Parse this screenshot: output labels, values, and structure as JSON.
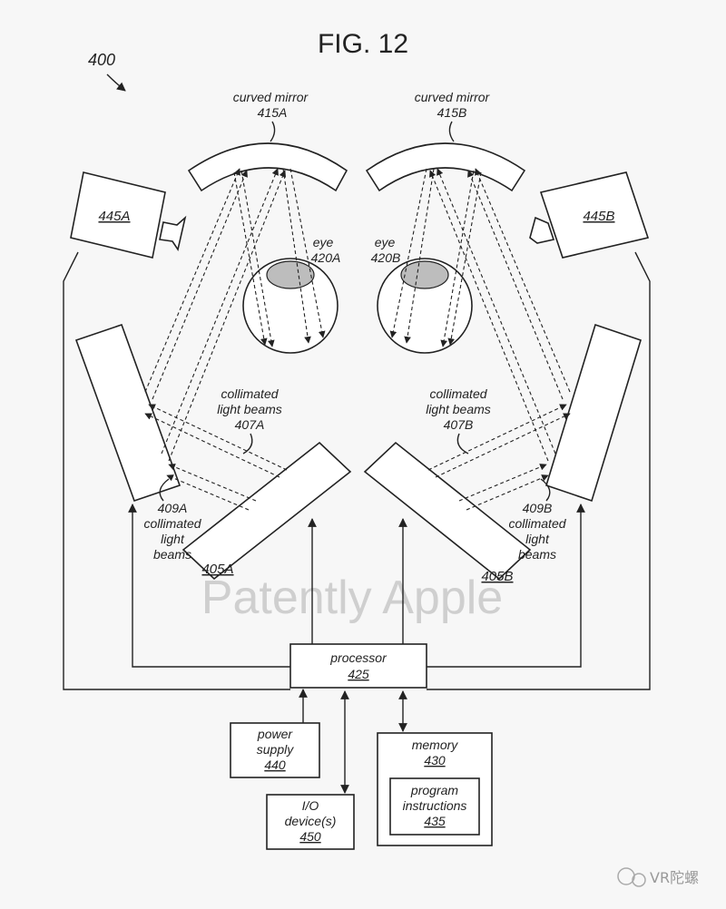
{
  "figure": {
    "title": "FIG. 12",
    "number": "400"
  },
  "mirrors": {
    "left": {
      "name": "curved mirror",
      "ref": "415A"
    },
    "right": {
      "name": "curved mirror",
      "ref": "415B"
    }
  },
  "eyes": {
    "left": {
      "name": "eye",
      "ref": "420A"
    },
    "right": {
      "name": "eye",
      "ref": "420B"
    }
  },
  "cameras": {
    "left": {
      "ref": "445A"
    },
    "right": {
      "ref": "445B"
    }
  },
  "beams": {
    "left_407": {
      "line1": "collimated",
      "line2": "light beams",
      "ref": "407A"
    },
    "right_407": {
      "line1": "collimated",
      "line2": "light beams",
      "ref": "407B"
    },
    "left_409": {
      "ref": "409A",
      "line1": "collimated",
      "line2": "light",
      "line3": "beams"
    },
    "right_409": {
      "ref": "409B",
      "line1": "collimated",
      "line2": "light",
      "line3": "beams"
    }
  },
  "projectors": {
    "left": {
      "ref": "405A"
    },
    "right": {
      "ref": "405B"
    }
  },
  "processor": {
    "name": "processor",
    "ref": "425"
  },
  "power": {
    "line1": "power",
    "line2": "supply",
    "ref": "440"
  },
  "io": {
    "line1": "I/O",
    "line2": "device(s)",
    "ref": "450"
  },
  "memory": {
    "name": "memory",
    "ref": "430"
  },
  "program": {
    "line1": "program",
    "line2": "instructions",
    "ref": "435"
  },
  "watermark": "Patently Apple",
  "badge": {
    "text": "VR陀螺"
  }
}
